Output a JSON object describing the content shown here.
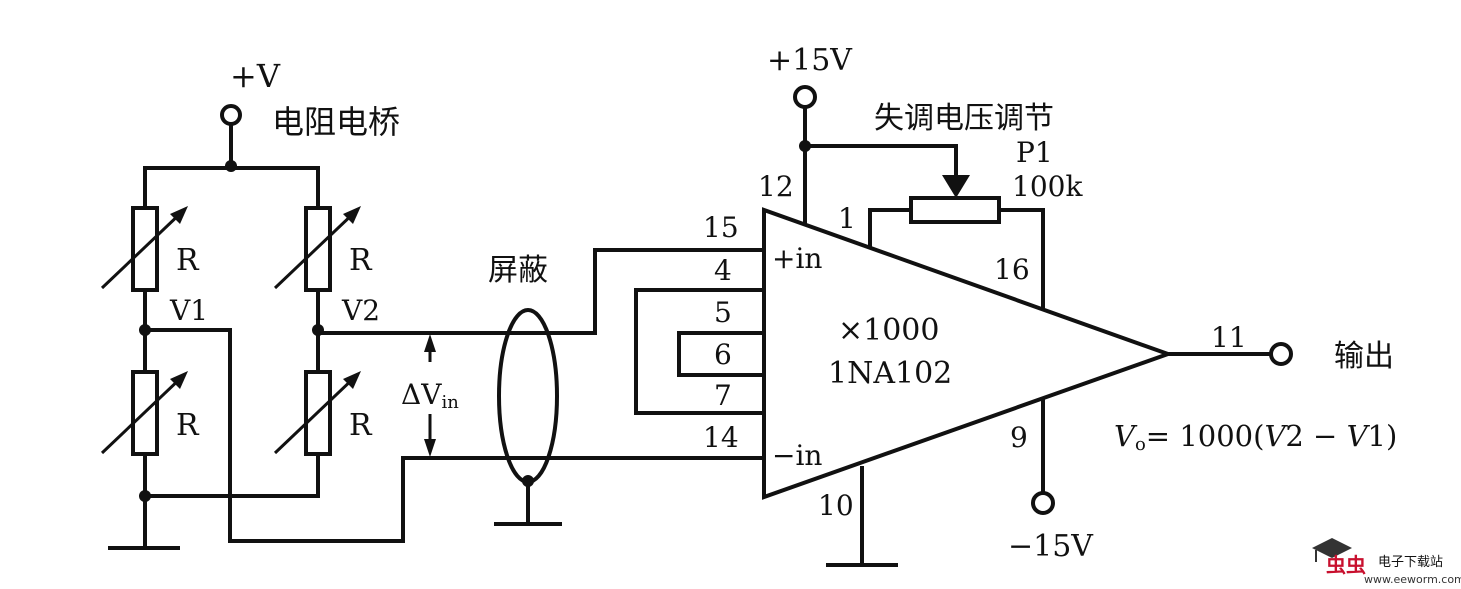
{
  "supply": {
    "pos_v": "+V",
    "pos_15v": "+15V",
    "neg_15v": "−15V"
  },
  "bridge": {
    "title": "电阻电桥",
    "resistor_label": "R",
    "node1": "V1",
    "node2": "V2"
  },
  "delta_vin": {
    "delta": "ΔV",
    "sub": "in"
  },
  "shield_label": "屏蔽",
  "offset": {
    "title": "失调电压调节",
    "pot_name": "P1",
    "pot_value": "100k"
  },
  "amp": {
    "gain": "×1000",
    "model": "1NA102",
    "plus_in": "+in",
    "minus_in": "−in",
    "pins": {
      "p1": "1",
      "p4": "4",
      "p5": "5",
      "p6": "6",
      "p7": "7",
      "p9": "9",
      "p10": "10",
      "p11": "11",
      "p12": "12",
      "p14": "14",
      "p15": "15",
      "p16": "16"
    }
  },
  "output": {
    "label": "输出",
    "formula": {
      "v": "V",
      "o": "o",
      "eq": "= 1000(",
      "v2": "V",
      "two": "2 − ",
      "v1": "V",
      "one": "1)"
    }
  },
  "watermark": {
    "mark": "虫虫",
    "site": "电子下载站",
    "url": "www.eeworm.com"
  }
}
